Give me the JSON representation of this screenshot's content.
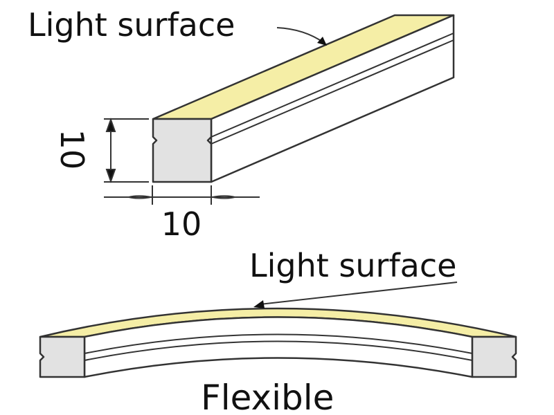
{
  "labels": {
    "top_light_surface": "Light surface",
    "height_dimension": "10",
    "width_dimension": "10",
    "bottom_light_surface": "Light surface",
    "flexible": "Flexible"
  },
  "colors": {
    "light_surface": "#f5eea6",
    "end_face": "#e2e2e2",
    "outline": "#333333"
  }
}
